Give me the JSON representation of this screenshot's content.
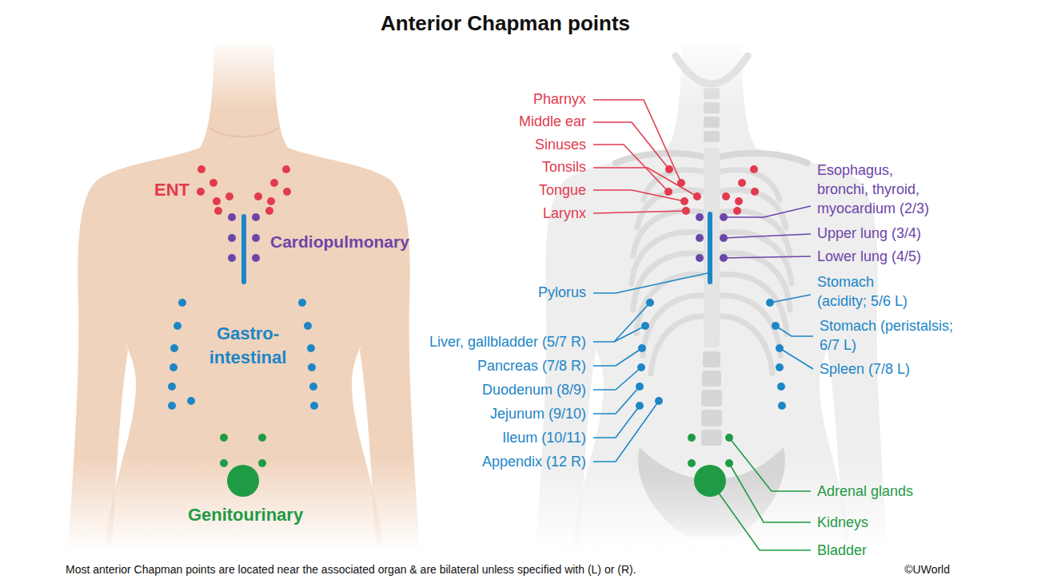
{
  "diagram": {
    "title": "Anterior Chapman points",
    "caption": "Most anterior Chapman points are located near the associated organ & are bilateral unless specified with (L) or (R).",
    "labels": [
      "ENT",
      "Cardiopulmonary",
      "Gastro- intestinal",
      "Genitourinary",
      "Pharnyx",
      "Middle ear",
      "Sinuses",
      "Tonsils",
      "Tongue",
      "Larynx",
      "Esophagus, bronchi, thyroid, myocardium (2/3)",
      "Upper lung (3/4)",
      "Lower lung (4/5)",
      "Pylorus",
      "Stomach (acidity; 5/6 L)",
      "Stomach (peristalsis; 6/7 L)",
      "Spleen (7/8 L)",
      "Liver, gallbladder (5/7 R)",
      "Pancreas (7/8 R)",
      "Duodenum (8/9)",
      "Jejunum (9/10)",
      "Ileum (10/11)",
      "Appendix (12 R)",
      "Adrenal glands",
      "Kidneys",
      "Bladder",
      "©UWorld"
    ]
  }
}
